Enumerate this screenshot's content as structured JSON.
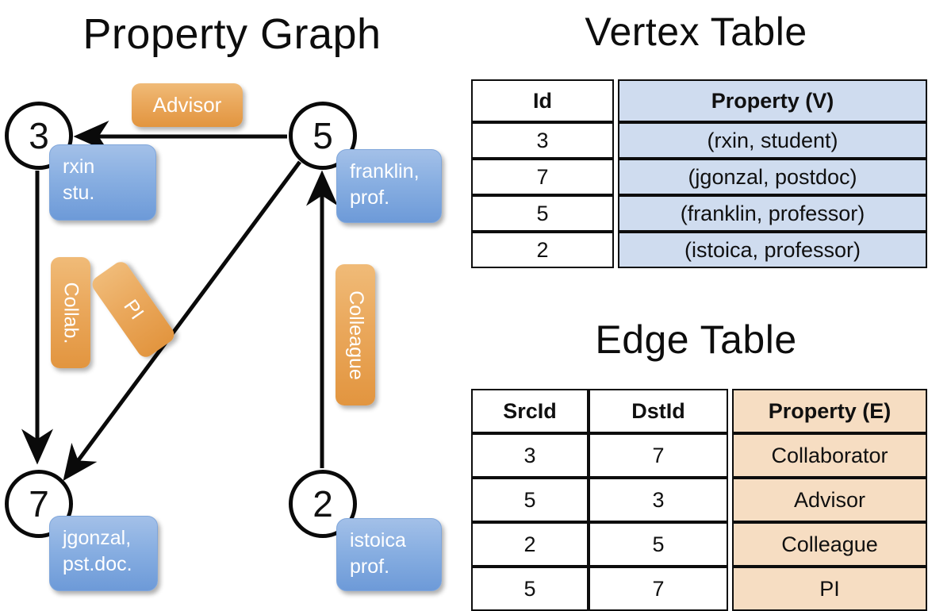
{
  "titles": {
    "property_graph": "Property Graph",
    "vertex_table": "Vertex Table",
    "edge_table": "Edge Table"
  },
  "graph": {
    "nodes": [
      {
        "id": "3",
        "label": "3",
        "property": "rxin\nstu."
      },
      {
        "id": "5",
        "label": "5",
        "property": "franklin,\nprof."
      },
      {
        "id": "7",
        "label": "7",
        "property": "jgonzal,\npst.doc."
      },
      {
        "id": "2",
        "label": "2",
        "property": "istoica\nprof."
      }
    ],
    "edge_labels": {
      "advisor": "Advisor",
      "collab": "Collab.",
      "pi": "PI",
      "colleague": "Colleague"
    },
    "edges": [
      {
        "from": "5",
        "to": "3",
        "label": "Advisor"
      },
      {
        "from": "3",
        "to": "7",
        "label": "Collab."
      },
      {
        "from": "5",
        "to": "7",
        "label": "PI"
      },
      {
        "from": "2",
        "to": "5",
        "label": "Colleague"
      }
    ]
  },
  "vertex_table": {
    "headers": {
      "id": "Id",
      "property": "Property (V)"
    },
    "rows": [
      {
        "id": "3",
        "property": "(rxin, student)"
      },
      {
        "id": "7",
        "property": "(jgonzal, postdoc)"
      },
      {
        "id": "5",
        "property": "(franklin, professor)"
      },
      {
        "id": "2",
        "property": "(istoica, professor)"
      }
    ]
  },
  "edge_table": {
    "headers": {
      "src": "SrcId",
      "dst": "DstId",
      "property": "Property (E)"
    },
    "rows": [
      {
        "src": "3",
        "dst": "7",
        "property": "Collaborator"
      },
      {
        "src": "5",
        "dst": "3",
        "property": "Advisor"
      },
      {
        "src": "2",
        "dst": "5",
        "property": "Colleague"
      },
      {
        "src": "5",
        "dst": "7",
        "property": "PI"
      }
    ]
  },
  "colors": {
    "vertex_property_fill": "#cfdcef",
    "edge_property_fill": "#f6ddc2",
    "node_property_box": "#8ab0e2",
    "edge_label_box": "#eaa85c",
    "stroke": "#0d0d0d"
  }
}
